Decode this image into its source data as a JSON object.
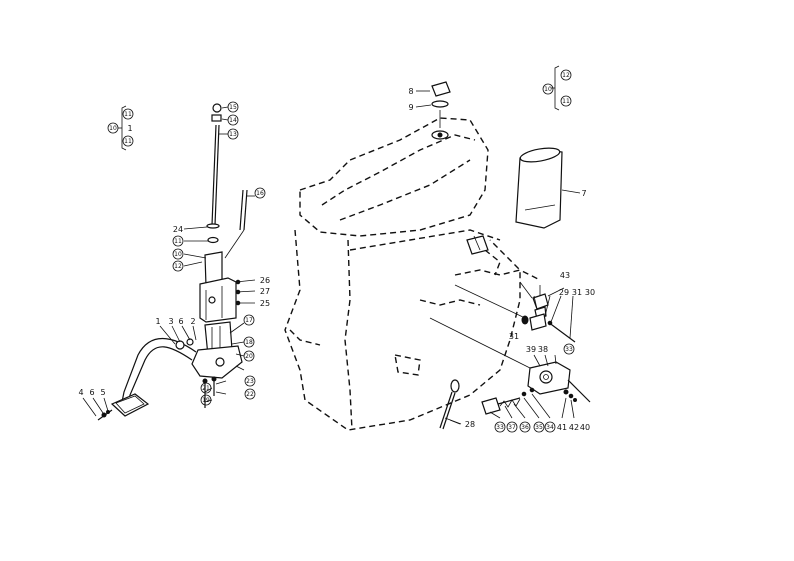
{
  "diagram": {
    "callouts": {
      "c1": "1",
      "c3": "3",
      "c6": "6",
      "c2": "2",
      "c4": "4",
      "c6b": "6",
      "c5": "5",
      "c7": "7",
      "c8": "8",
      "c9": "9",
      "c24": "24",
      "c26": "26",
      "c27": "27",
      "c25": "25",
      "c28": "28",
      "c43": "43",
      "c29": "29",
      "c31a": "31",
      "c30": "30",
      "c31b": "31",
      "c39": "39",
      "c38": "38",
      "c41": "41",
      "c42": "42",
      "c40": "40",
      "c1b": "1"
    },
    "circled": {
      "r15": "15",
      "r14": "14",
      "r13": "13",
      "r16": "16",
      "r11": "11",
      "r10": "10",
      "r12": "12",
      "r17": "17",
      "r18": "18",
      "r20": "20",
      "r21": "21",
      "r19": "19",
      "r23": "23",
      "r22": "22",
      "b33": "33",
      "b37": "37",
      "b36": "36",
      "b35": "35",
      "b34": "34",
      "r33b": "33",
      "tl_a": "11",
      "tl_b": "11",
      "tl_c": "10",
      "tr_a": "12",
      "tr_b": "10",
      "tr_c": "11"
    }
  }
}
